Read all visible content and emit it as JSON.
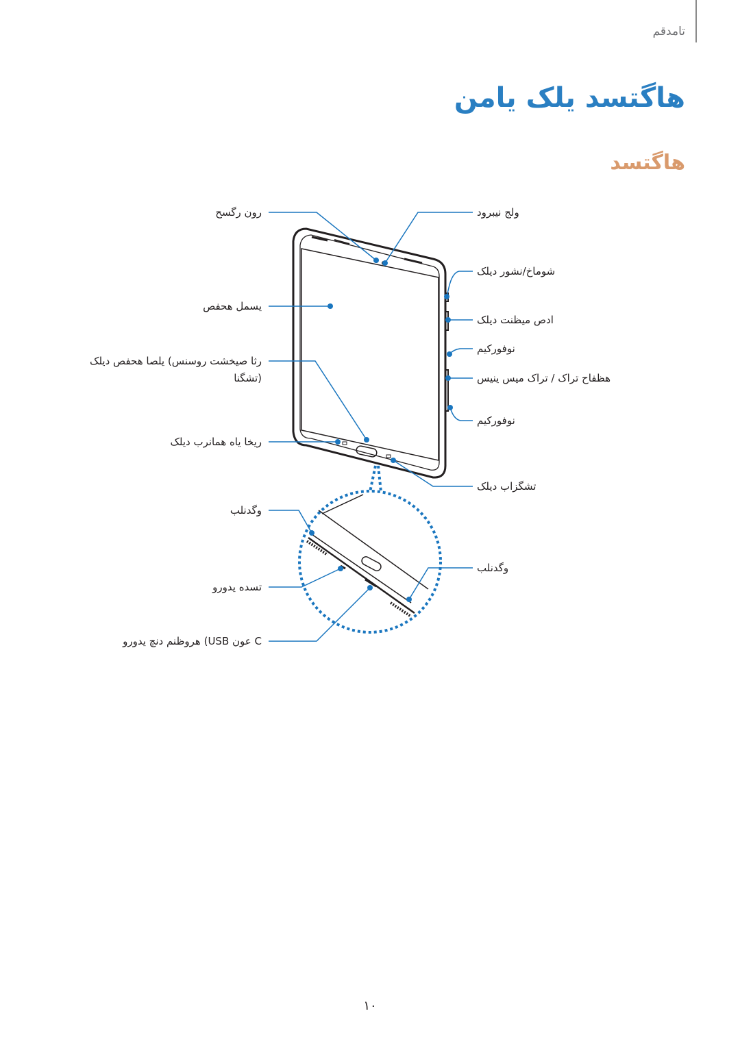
{
  "header": {
    "section": "تامدقم",
    "accent_color": "#8a8a8a"
  },
  "chapter_title": "هاگتسد یلک یامن",
  "chapter_title_color": "#2a7fc2",
  "section_title": "هاگتسد",
  "section_title_color": "#d99a6c",
  "labels": {
    "light_sensor": "رون رگسح",
    "front_camera": "ولج نیبرود",
    "power_key": "شوماخ/نشور دیلک",
    "touchscreen": "یسمل هحفص",
    "volume_key": "ادص میظنت دیلک",
    "microphone_top": "نوفورکیم",
    "home_key_line1": "رثا صیخشت روسنس) یلصا هحفص دیلک",
    "home_key_line2": "(تشگنا",
    "sim_card": "هظفاح تراک / تراک میس ینیس",
    "microphone_bottom": "نوفورکیم",
    "recent_apps": "ریخا یاه همانرب دیلک",
    "back_key": "تشگزاب دیلک",
    "speaker_left": "وگدنلب",
    "speaker_right": "وگدنلب",
    "headset_jack": "تسده یدورو",
    "usb_connector": "C عون USB) هروظنم دنچ یدورو"
  },
  "callout_color": "#1a76bf",
  "page_number": "۱۰"
}
